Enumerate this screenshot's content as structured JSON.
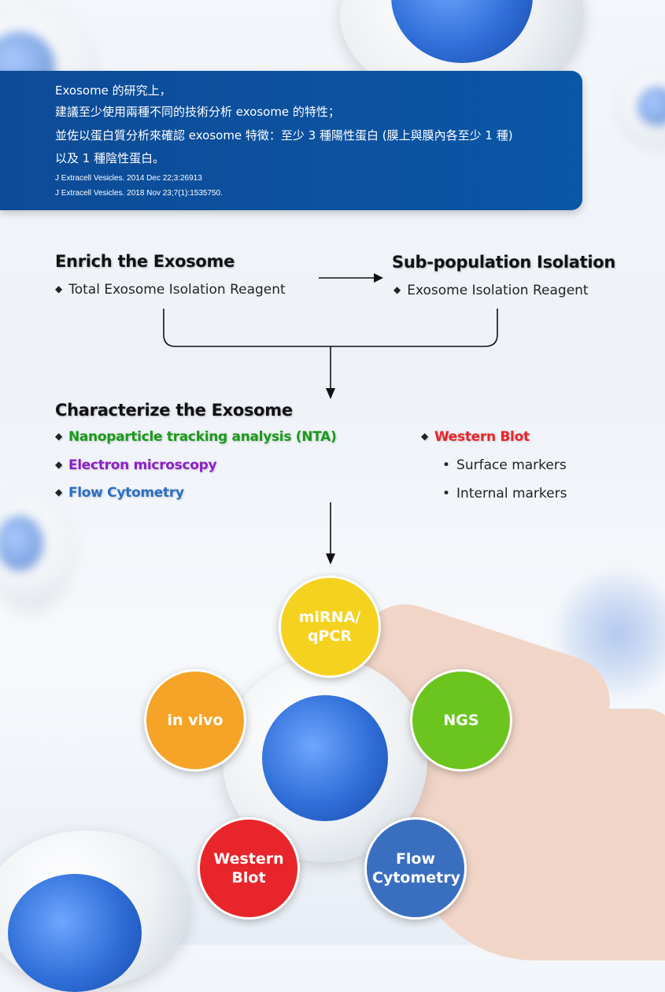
{
  "info": {
    "lines": [
      "Exosome 的研究上，",
      "建議至少使用兩種不同的技術分析 exosome 的特性；",
      "並佐以蛋白質分析來確認 exosome 特徵：至少 3 種陽性蛋白 (膜上與膜內各至少 1 種)",
      "以及 1 種陰性蛋白。"
    ],
    "refs": [
      "J Extracell Vesicles. 2014 Dec 22;3:26913",
      "J Extracell Vesicles. 2018 Nov 23;7(1):1535750."
    ]
  },
  "enrich": {
    "title": "Enrich the Exosome",
    "item": "Total Exosome Isolation Reagent"
  },
  "subpop": {
    "title": "Sub-population Isolation",
    "item": "Exosome Isolation Reagent"
  },
  "characterize": {
    "title": "Characterize the Exosome",
    "methods": [
      "Nanoparticle tracking analysis (NTA)",
      "Electron microscopy",
      "Flow Cytometry"
    ],
    "western": "Western Blot",
    "markers": [
      "Surface markers",
      "Internal markers"
    ]
  },
  "colors": {
    "nta": "#1a9a1a",
    "em": "#8e1fc8",
    "flow": "#2a6fc4",
    "wb": "#e8252a"
  },
  "applications": {
    "mirna": "miRNA/ qPCR",
    "invivo": "in vivo",
    "ngs": "NGS",
    "wb": "Western Blot",
    "flow": "Flow Cytometry"
  }
}
